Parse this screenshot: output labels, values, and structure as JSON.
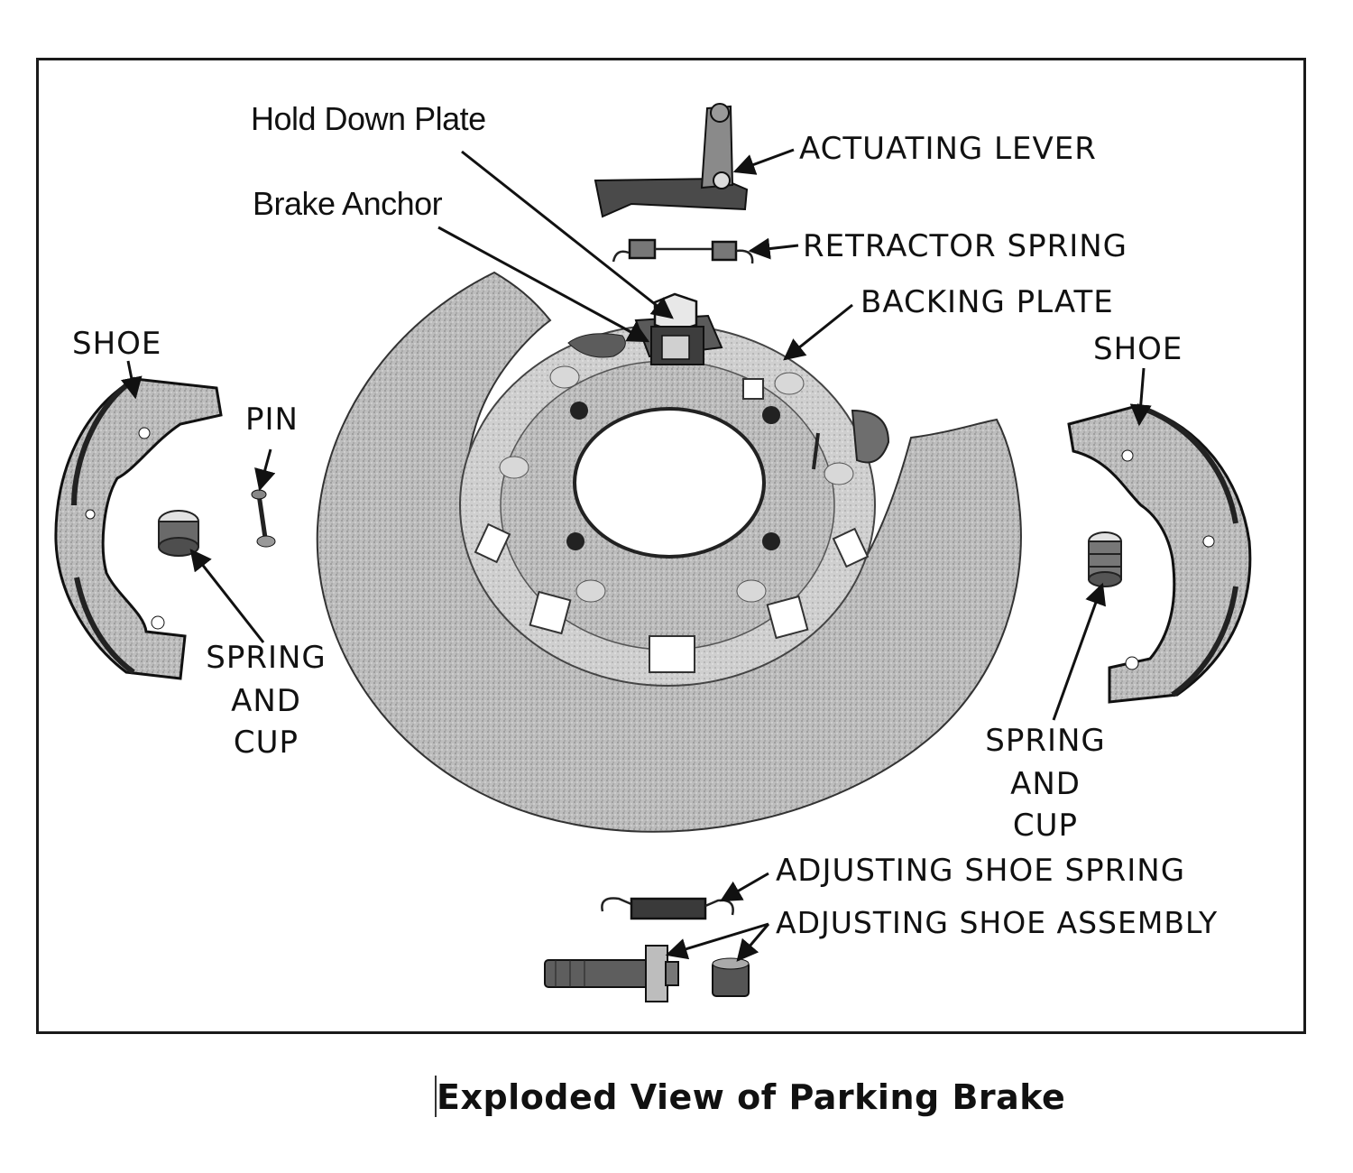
{
  "caption": "Exploded View of Parking Brake",
  "labels": {
    "hold_down_plate": "Hold Down Plate",
    "brake_anchor": "Brake Anchor",
    "actuating_lever": "ACTUATING LEVER",
    "retractor_spring": "RETRACTOR SPRING",
    "backing_plate": "BACKING PLATE",
    "shoe_left": "SHOE",
    "shoe_right": "SHOE",
    "pin": "PIN",
    "spring_and_cup_left": [
      "SPRING",
      "AND",
      "CUP"
    ],
    "spring_and_cup_right": [
      "SPRING",
      "AND",
      "CUP"
    ],
    "adjusting_shoe_spring": "ADJUSTING SHOE SPRING",
    "adjusting_shoe_assembly": "ADJUSTING SHOE ASSEMBLY"
  }
}
